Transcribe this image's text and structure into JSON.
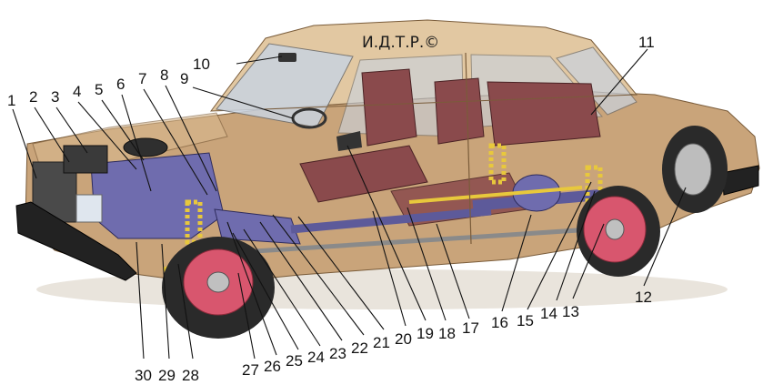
{
  "watermark": "И.Д.Т.Р.©",
  "colors": {
    "body": "#c9a47a",
    "body_dark": "#9c7a52",
    "body_light": "#e2c8a2",
    "engine": "#6f6cae",
    "interior": "#8a4a4c",
    "tire": "#2a2a2a",
    "disc": "#d8566e",
    "spring": "#e8c83c",
    "glass": "#c9d3e0"
  },
  "callouts": [
    {
      "id": "1",
      "label": "1"
    },
    {
      "id": "2",
      "label": "2"
    },
    {
      "id": "3",
      "label": "3"
    },
    {
      "id": "4",
      "label": "4"
    },
    {
      "id": "5",
      "label": "5"
    },
    {
      "id": "6",
      "label": "6"
    },
    {
      "id": "7",
      "label": "7"
    },
    {
      "id": "8",
      "label": "8"
    },
    {
      "id": "9",
      "label": "9"
    },
    {
      "id": "10",
      "label": "10"
    },
    {
      "id": "11",
      "label": "11"
    },
    {
      "id": "12",
      "label": "12"
    },
    {
      "id": "13",
      "label": "13"
    },
    {
      "id": "14",
      "label": "14"
    },
    {
      "id": "15",
      "label": "15"
    },
    {
      "id": "16",
      "label": "16"
    },
    {
      "id": "17",
      "label": "17"
    },
    {
      "id": "18",
      "label": "18"
    },
    {
      "id": "19",
      "label": "19"
    },
    {
      "id": "20",
      "label": "20"
    },
    {
      "id": "21",
      "label": "21"
    },
    {
      "id": "22",
      "label": "22"
    },
    {
      "id": "23",
      "label": "23"
    },
    {
      "id": "24",
      "label": "24"
    },
    {
      "id": "25",
      "label": "25"
    },
    {
      "id": "26",
      "label": "26"
    },
    {
      "id": "27",
      "label": "27"
    },
    {
      "id": "28",
      "label": "28"
    },
    {
      "id": "29",
      "label": "29"
    },
    {
      "id": "30",
      "label": "30"
    }
  ]
}
